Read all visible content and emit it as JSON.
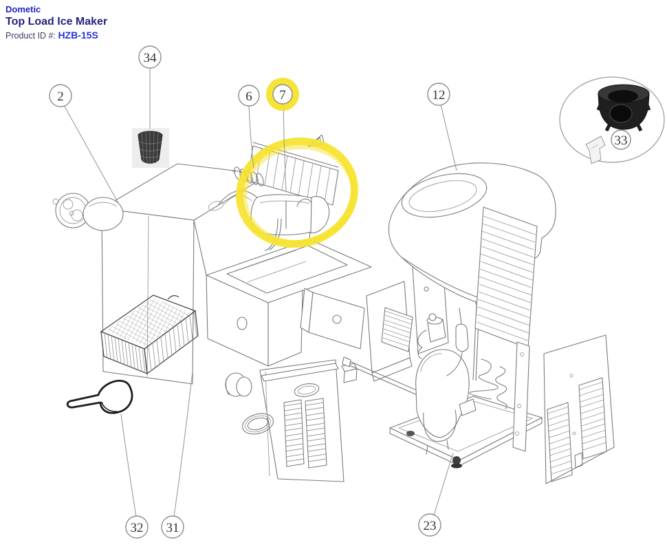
{
  "header": {
    "brand": "Dometic",
    "title": "Top Load Ice Maker",
    "product_id_label": "Product ID #:",
    "product_id": "HZB-15S"
  },
  "diagram": {
    "type": "exploded-parts-diagram",
    "highlighted_callout": "7",
    "callouts": [
      {
        "label": "2"
      },
      {
        "label": "34"
      },
      {
        "label": "6"
      },
      {
        "label": "7",
        "highlighted": true
      },
      {
        "label": "12"
      },
      {
        "label": "33"
      },
      {
        "label": "32"
      },
      {
        "label": "31"
      },
      {
        "label": "23"
      }
    ]
  },
  "colors": {
    "brand_blue": "#2222c0",
    "title_navy": "#24247e",
    "product_id_blue": "#2433d6",
    "line_gray": "#7a7a7a",
    "highlight_yellow": "#f6e32e",
    "dark_part": "#3b3b3b"
  }
}
